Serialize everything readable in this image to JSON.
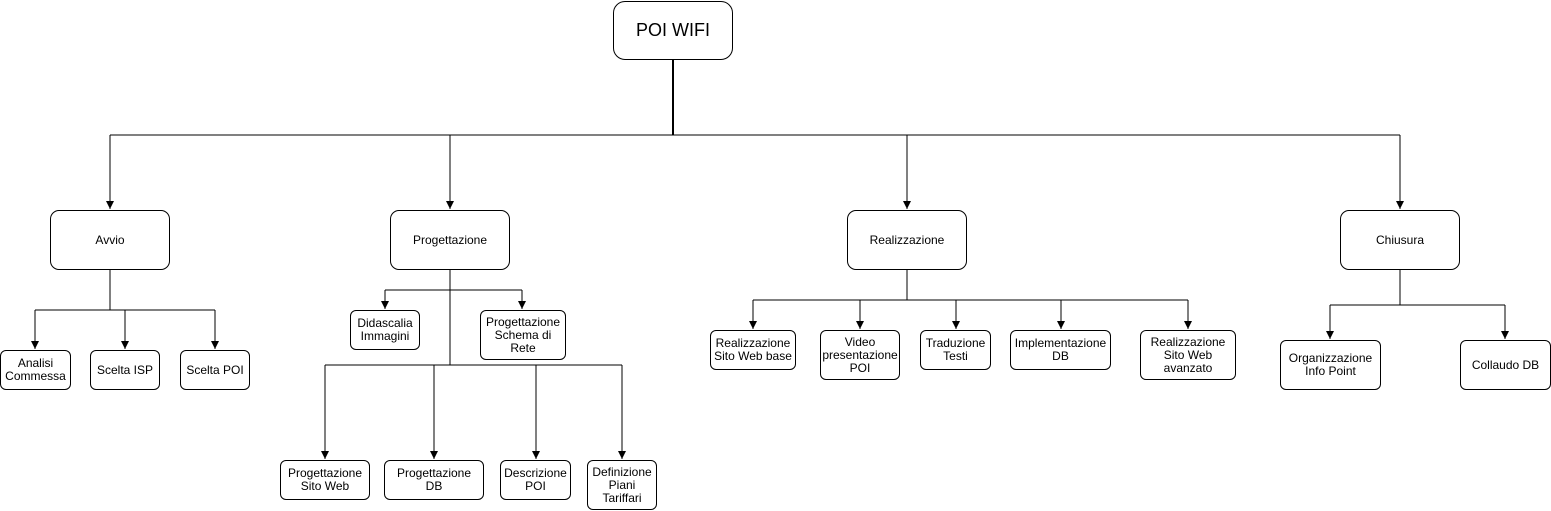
{
  "root": "POI WIFI",
  "phases": {
    "avvio": "Avvio",
    "progettazione": "Progettazione",
    "realizzazione": "Realizzazione",
    "chiusura": "Chiusura"
  },
  "tasks": {
    "analisi_commessa": "Analisi\nCommessa",
    "scelta_isp": "Scelta ISP",
    "scelta_poi": "Scelta POI",
    "didascalia_immagini": "Didascalia\nImmagini",
    "progettazione_schema_rete": "Progettazione\nSchema di\nRete",
    "progettazione_sito_web": "Progettazione\nSito Web",
    "progettazione_db": "Progettazione DB",
    "descrizione_poi": "Descrizione\nPOI",
    "definizione_piani_tariffari": "Definizione\nPiani\nTariffari",
    "realizzazione_sito_base": "Realizzazione\nSito Web base",
    "video_presentazione_poi": "Video\npresentazione\nPOI",
    "traduzione_testi": "Traduzione\nTesti",
    "implementazione_db": "Implementazione\nDB",
    "realizzazione_sito_avanzato": "Realizzazione\nSito Web\navanzato",
    "organizzazione_info_point": "Organizzazione\nInfo Point",
    "collaudo_db": "Collaudo DB"
  }
}
